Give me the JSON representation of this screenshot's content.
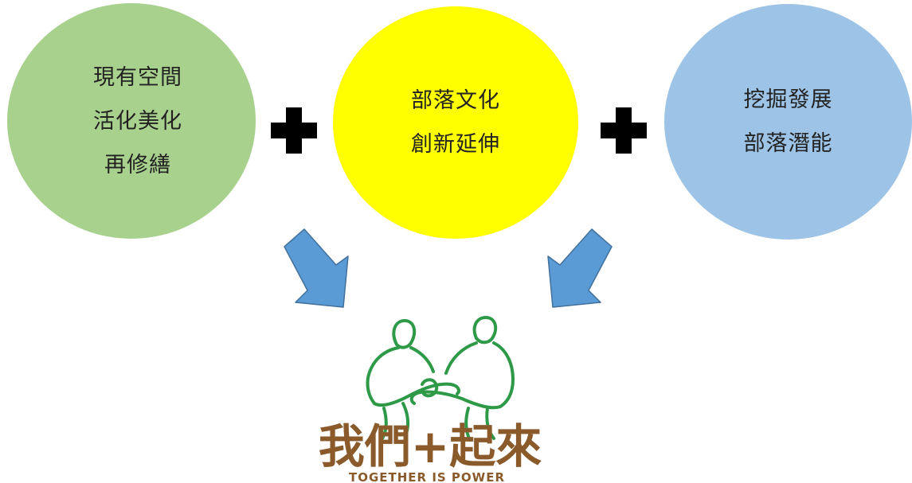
{
  "diagram": {
    "circles": [
      {
        "id": "existing-space",
        "color": "#a9d18e",
        "lines": [
          "現有空間",
          "活化美化",
          "再修繕"
        ]
      },
      {
        "id": "tribal-culture",
        "color": "#ffff00",
        "lines": [
          "部落文化",
          "創新延伸"
        ]
      },
      {
        "id": "tribal-potential",
        "color": "#9dc3e6",
        "lines": [
          "挖掘發展",
          "部落潛能"
        ]
      }
    ],
    "operators": [
      "plus-icon",
      "plus-icon"
    ],
    "arrows": {
      "color": "#5b9bd5",
      "stroke": "#41719c",
      "icons": [
        "arrow-down-right-icon",
        "arrow-down-left-icon"
      ]
    },
    "logo": {
      "title": "我們+起來",
      "subtitle": "TOGETHER IS POWER",
      "figure_color": "#2e9a48",
      "text_color": "#8b5a2b"
    }
  }
}
